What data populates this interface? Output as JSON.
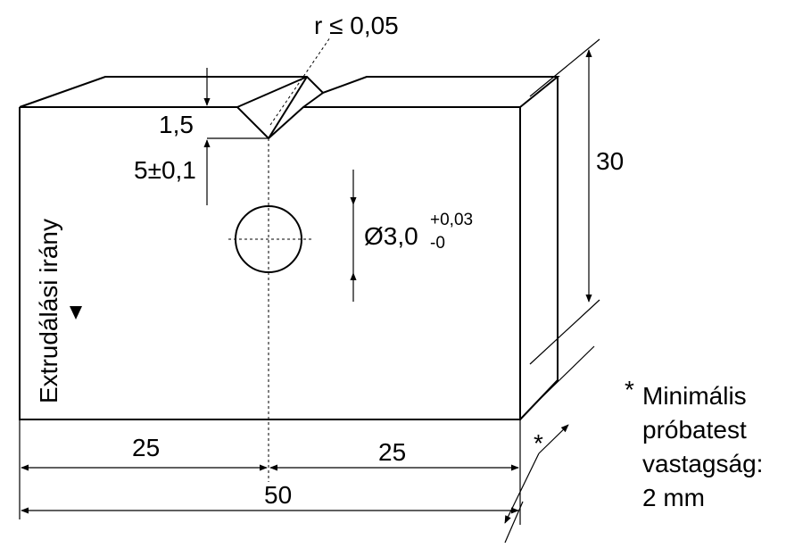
{
  "labels": {
    "radius": "r ≤ 0,05",
    "notch_depth": "1,5",
    "hole_offset": "5±0,1",
    "hole_diameter_base": "Ø3,0",
    "hole_tol_upper": "+0,03",
    "hole_tol_lower": "-0",
    "height": "30",
    "half_width_left": "25",
    "half_width_right": "25",
    "width": "50",
    "asterisk": "*",
    "extrusion_direction": "Extrudálási irány"
  },
  "note": {
    "asterisk": "*",
    "lines": [
      "Minimális",
      "próbatest",
      "vastagság:",
      "2 mm"
    ]
  },
  "colors": {
    "line": "#000000",
    "background": "#ffffff"
  }
}
